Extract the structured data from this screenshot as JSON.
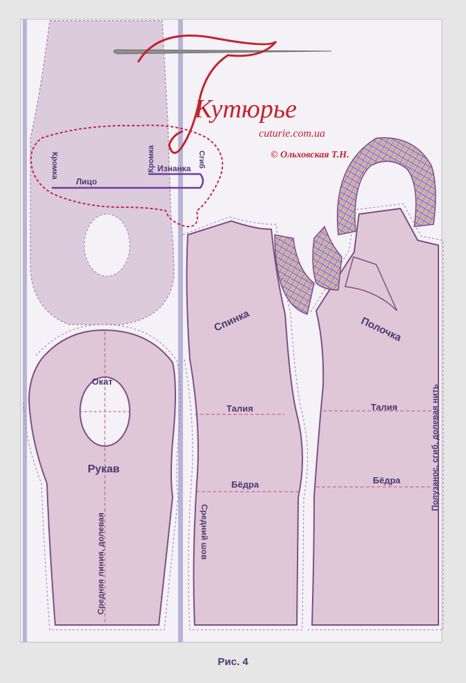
{
  "brand": {
    "logo_text": "Кутюрье",
    "site": "cuturie.com.ua",
    "copyright": "© Ольховская Т.Н."
  },
  "fabric_legend": {
    "selvage_left": "Кромка",
    "selvage_right": "Кромка",
    "fold": "Сгиб",
    "face_side": "Лицо",
    "wrong_side": "Изнанка"
  },
  "sleeve": {
    "title": "Рукав",
    "cap": "Окат",
    "center_line": "Средняя линия, долевая"
  },
  "back": {
    "title": "Спинка",
    "waist": "Талия",
    "hips": "Бёдра",
    "center_seam": "Средний шов"
  },
  "front": {
    "title": "Полочка",
    "waist": "Талия",
    "hips": "Бёдра",
    "fold_note": "Полузанос, сгиб, долевая нить"
  },
  "caption": "Рис. 4",
  "colors": {
    "piece_fill": "#e0c7d8",
    "piece_stroke": "#7a4f86",
    "label": "#4a3a70",
    "brand": "#c0242b",
    "dash": "#c0264b"
  }
}
